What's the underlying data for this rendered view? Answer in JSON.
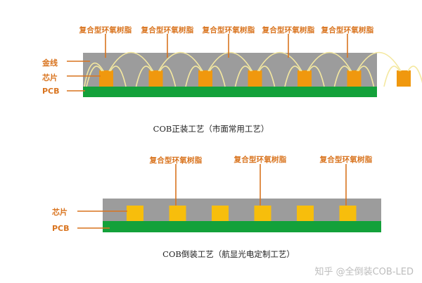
{
  "colors": {
    "label_orange": "#d9741f",
    "resin_gray": "#9c9c9c",
    "chip_orange": "#f0980e",
    "flip_chip_yellow": "#f7be0c",
    "pcb_green": "#13a13a",
    "gold_wire": "#f4e8a0",
    "caption_text": "#222222",
    "watermark_gray": "#bdbdbd"
  },
  "top_diagram": {
    "resin_labels": [
      "复合型环氧树脂",
      "复合型环氧树脂",
      "复合型环氧树脂",
      "复合型环氧树脂",
      "复合型环氧树脂"
    ],
    "side_labels": {
      "wire": "金线",
      "chip": "芯片",
      "pcb": "PCB"
    },
    "chip_count": 7,
    "caption": "COB正装工艺（市面常用工艺）"
  },
  "bottom_diagram": {
    "resin_labels": [
      "复合型环氧树脂",
      "复合型环氧树脂",
      "复合型环氧树脂"
    ],
    "side_labels": {
      "chip": "芯片",
      "pcb": "PCB"
    },
    "chip_count": 6,
    "caption": "COB倒装工艺（航显光电定制工艺）"
  },
  "watermark": "知乎 @全倒装COB-LED"
}
